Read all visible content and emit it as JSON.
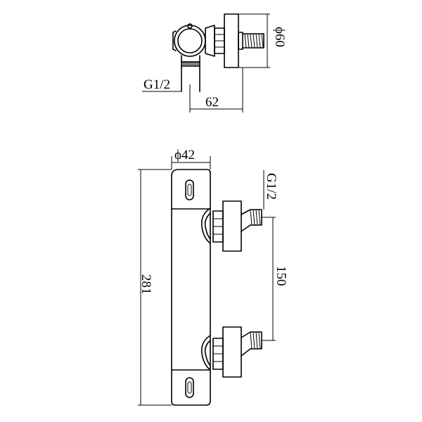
{
  "drawing": {
    "top_view": {
      "outlet_diameter": "ϕ60",
      "thread_size": "G1/2",
      "offset": "62"
    },
    "front_view": {
      "body_diameter": "ϕ42",
      "thread_size": "G1/2",
      "inlet_spacing": "150",
      "body_length": "281"
    }
  }
}
